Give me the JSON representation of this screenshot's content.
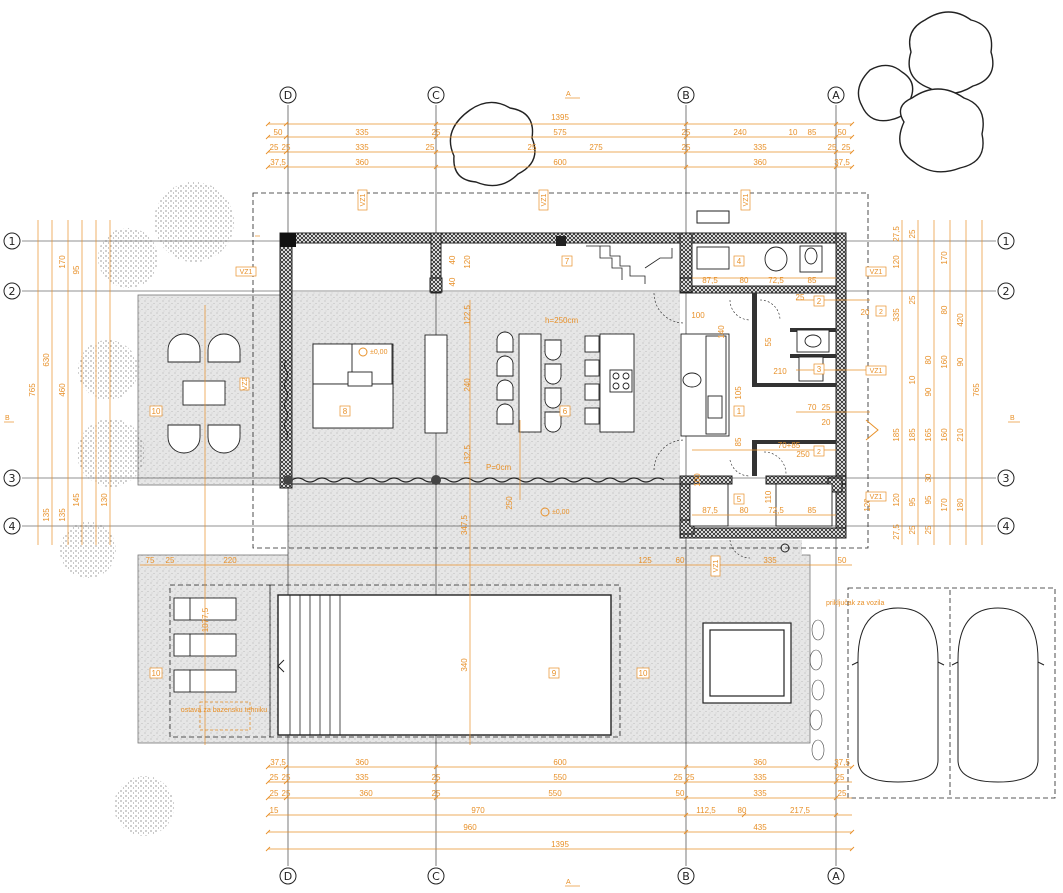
{
  "grid": {
    "columns": [
      "D",
      "C",
      "B",
      "A"
    ],
    "rows": [
      "1",
      "2",
      "3",
      "4"
    ],
    "section_marks": [
      "A",
      "A",
      "B",
      "B"
    ]
  },
  "top_dims": {
    "overall": "1395",
    "row1": [
      "50",
      "335",
      "25",
      "575",
      "25",
      "240",
      "10",
      "85",
      "50"
    ],
    "row2": [
      "25",
      "25",
      "335",
      "25",
      "25",
      "275",
      "25",
      "335",
      "25",
      "25"
    ],
    "row3": [
      "37,5",
      "360",
      "600",
      "360",
      "37,5"
    ]
  },
  "bottom_dims": {
    "row1": [
      "37,5",
      "360",
      "600",
      "360",
      "37,5"
    ],
    "row2": [
      "25",
      "25",
      "335",
      "25",
      "550",
      "25",
      "25",
      "335",
      "25"
    ],
    "row3": [
      "25",
      "25",
      "360",
      "25",
      "550",
      "50",
      "335",
      "25"
    ],
    "row4": [
      "15",
      "970",
      "112,5",
      "80",
      "217,5"
    ],
    "row5": [
      "960",
      "435"
    ],
    "overall": "1395"
  },
  "right_dims": [
    "27,5",
    "25",
    "120",
    "170",
    "80",
    "160",
    "420",
    "765",
    "335",
    "25",
    "80",
    "10",
    "90",
    "185",
    "165",
    "120",
    "170",
    "95",
    "180",
    "30",
    "25",
    "25",
    "27,5",
    "210",
    "160",
    "185",
    "95",
    "90"
  ],
  "left_dims": [
    "765",
    "630",
    "460",
    "95",
    "170",
    "135",
    "145",
    "130",
    "135"
  ],
  "interior_dims": [
    "40",
    "40",
    "120",
    "122,5",
    "240",
    "132,5",
    "250",
    "100",
    "87,5",
    "80",
    "72,5",
    "85",
    "25",
    "20",
    "55",
    "210",
    "110",
    "250",
    "80",
    "72,5",
    "87,5",
    "85",
    "220",
    "75",
    "25",
    "125",
    "60",
    "50",
    "340",
    "347,5",
    "1077,5",
    "335",
    "85",
    "70",
    "105",
    "25",
    "20",
    "70+85",
    "140",
    "100",
    "120"
  ],
  "annotations": {
    "ceiling_height": "h=250cm",
    "level_zero": "P=0cm",
    "level_mark_1": "±0,00",
    "level_mark_2": "±0,00",
    "hatch_text": "ostava za bazensku tehniku",
    "outlet_text": "priključak za vozila"
  },
  "room_numbers": [
    "1",
    "2",
    "3",
    "4",
    "5",
    "6",
    "7",
    "8",
    "9",
    "10",
    "10",
    "10"
  ],
  "tags": [
    "VZ1",
    "VZ1",
    "VZ1",
    "VZ1",
    "VZ1",
    "VZ1",
    "VZ1",
    "VZ1",
    "VZ2",
    "2",
    "2"
  ],
  "colors": {
    "dimension": "#e8912a",
    "wall": "#1c1c1c",
    "terrace": "#d9d9d9",
    "background": "#ffffff"
  }
}
